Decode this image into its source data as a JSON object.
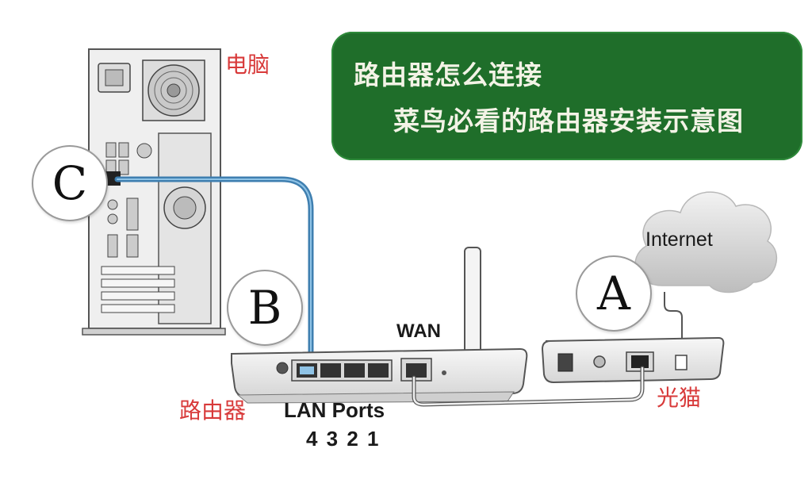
{
  "banner": {
    "line1": "路由器怎么连接",
    "line2": "菜鸟必看的路由器安装示意图"
  },
  "labels": {
    "computer": "电脑",
    "router": "路由器",
    "modem": "光猫",
    "internet": "Internet",
    "wan": "WAN",
    "lan_ports": "LAN Ports",
    "port_numbers": "4 3 2 1"
  },
  "markers": {
    "a": "A",
    "b": "B",
    "c": "C"
  },
  "colors": {
    "banner_bg": "#1f6e2a",
    "banner_text": "#f3f3e6",
    "label_red": "#d83a3a",
    "cable_blue": "#3f7fb0",
    "device_gray": "#e9e9e9"
  }
}
